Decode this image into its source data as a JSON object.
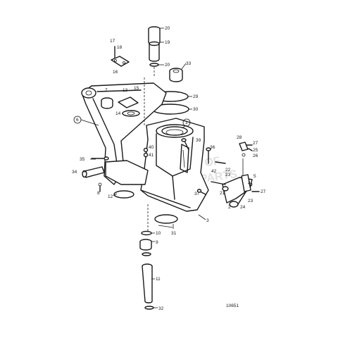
{
  "diagram": {
    "reference_number": "10651",
    "watermark": [
      "PROPERTY OF",
      "MARINE PARTS"
    ],
    "callouts": [
      {
        "id": "c17",
        "text": "17"
      },
      {
        "id": "c18",
        "text": "18"
      },
      {
        "id": "c16",
        "text": "16"
      },
      {
        "id": "c20a",
        "text": "20"
      },
      {
        "id": "c19",
        "text": "19"
      },
      {
        "id": "c20b",
        "text": "20"
      },
      {
        "id": "c33",
        "text": "33"
      },
      {
        "id": "c7",
        "text": "7"
      },
      {
        "id": "c13",
        "text": "13"
      },
      {
        "id": "c15",
        "text": "15"
      },
      {
        "id": "c29",
        "text": "29"
      },
      {
        "id": "c30",
        "text": "30"
      },
      {
        "id": "c14",
        "text": "14"
      },
      {
        "id": "c6",
        "text": "6"
      },
      {
        "id": "c1",
        "text": "1"
      },
      {
        "id": "c39",
        "text": "39"
      },
      {
        "id": "c40",
        "text": "40"
      },
      {
        "id": "c41",
        "text": "41"
      },
      {
        "id": "c28",
        "text": "28"
      },
      {
        "id": "c27a",
        "text": "27"
      },
      {
        "id": "c25",
        "text": "25"
      },
      {
        "id": "c26",
        "text": "26"
      },
      {
        "id": "c35",
        "text": "35"
      },
      {
        "id": "c36",
        "text": "36"
      },
      {
        "id": "c34",
        "text": "34"
      },
      {
        "id": "c42",
        "text": "42"
      },
      {
        "id": "c22",
        "text": "22"
      },
      {
        "id": "c23a",
        "text": "23"
      },
      {
        "id": "c5",
        "text": "5"
      },
      {
        "id": "c4",
        "text": "4"
      },
      {
        "id": "c8",
        "text": "8"
      },
      {
        "id": "c37",
        "text": "37"
      },
      {
        "id": "c21",
        "text": "21"
      },
      {
        "id": "c27b",
        "text": "27"
      },
      {
        "id": "c12",
        "text": "12"
      },
      {
        "id": "c2",
        "text": "2"
      },
      {
        "id": "c24",
        "text": "24"
      },
      {
        "id": "c23b",
        "text": "23"
      },
      {
        "id": "c3",
        "text": "3"
      },
      {
        "id": "c31",
        "text": "31"
      },
      {
        "id": "c10",
        "text": "10"
      },
      {
        "id": "c9",
        "text": "9"
      },
      {
        "id": "c11",
        "text": "11"
      },
      {
        "id": "c32",
        "text": "32"
      }
    ]
  }
}
